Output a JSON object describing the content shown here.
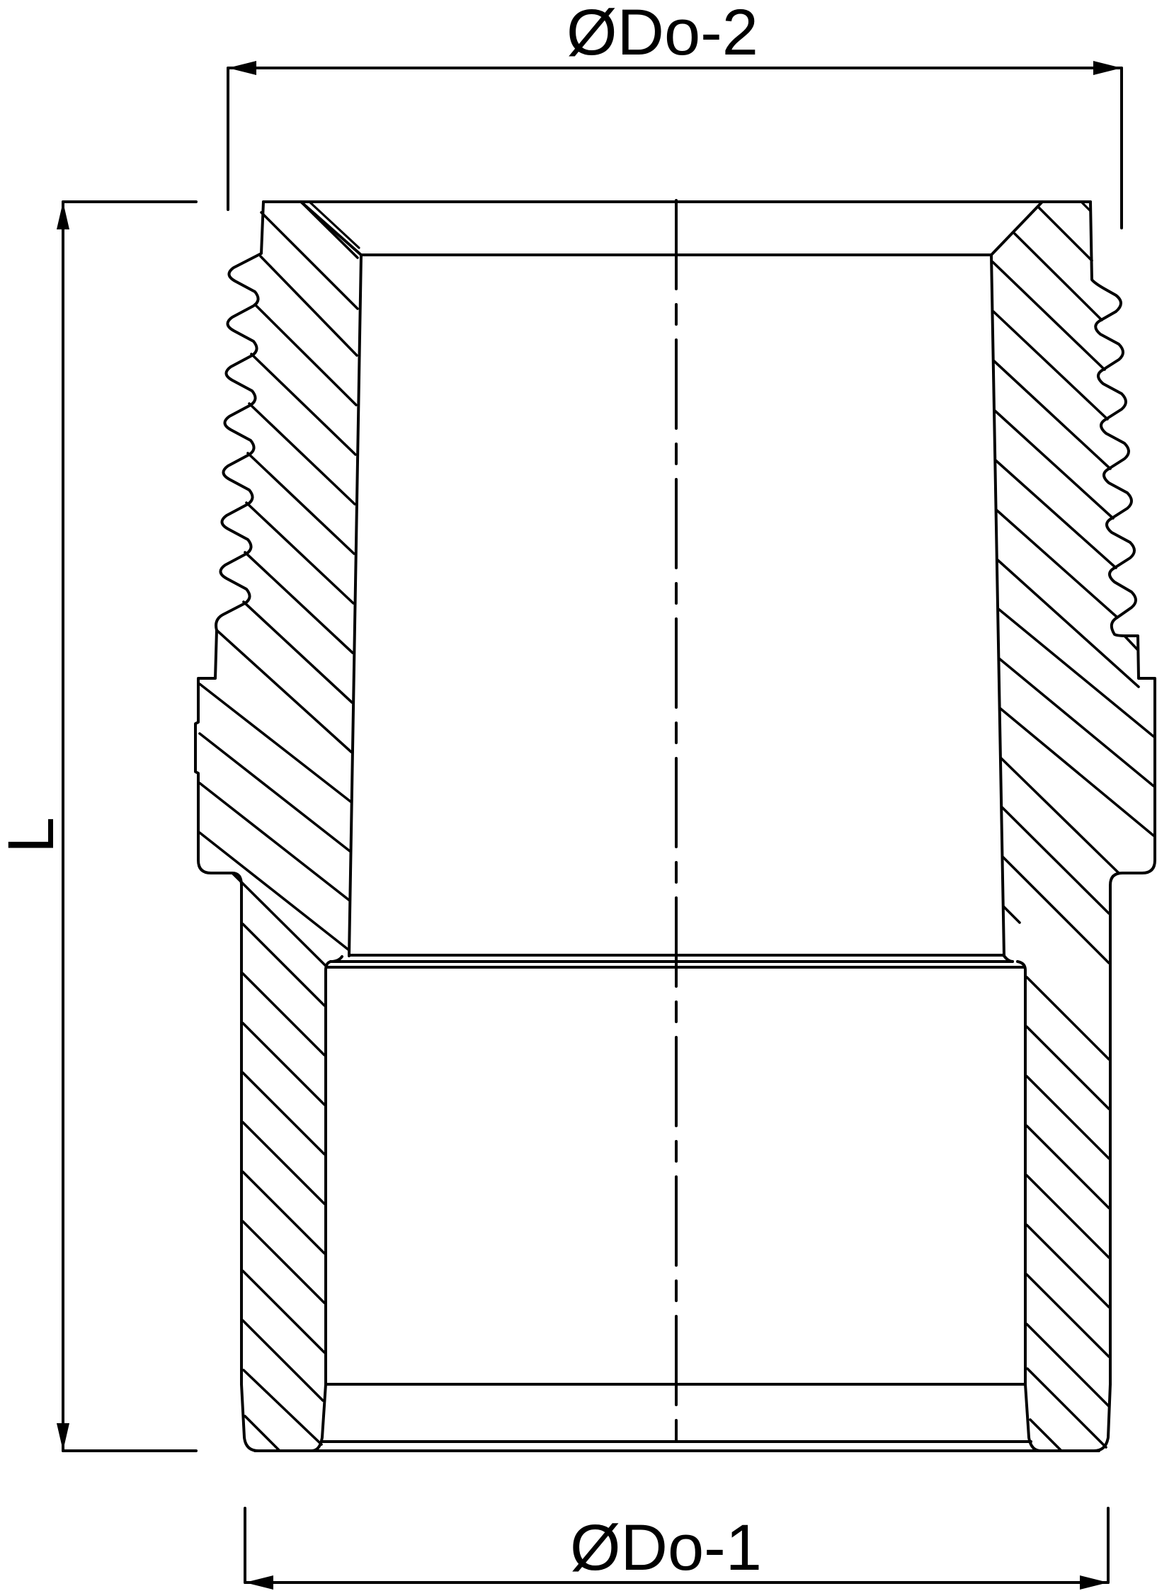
{
  "drawing": {
    "type": "technical-section-view",
    "subject": "threaded pipe nipple / reducing fitting cross-section",
    "line_color": "#000000",
    "background_color": "#ffffff"
  },
  "dimensions": {
    "top_diameter_label": "ØDo-2",
    "bottom_diameter_label": "ØDo-1",
    "length_label": "L"
  },
  "features": {
    "upper_section": "male tapered thread with hatched wall",
    "hex_collar": "stepped shoulder",
    "lower_section": "plain socket end with hatched wall",
    "centerline": "dash-dot"
  }
}
